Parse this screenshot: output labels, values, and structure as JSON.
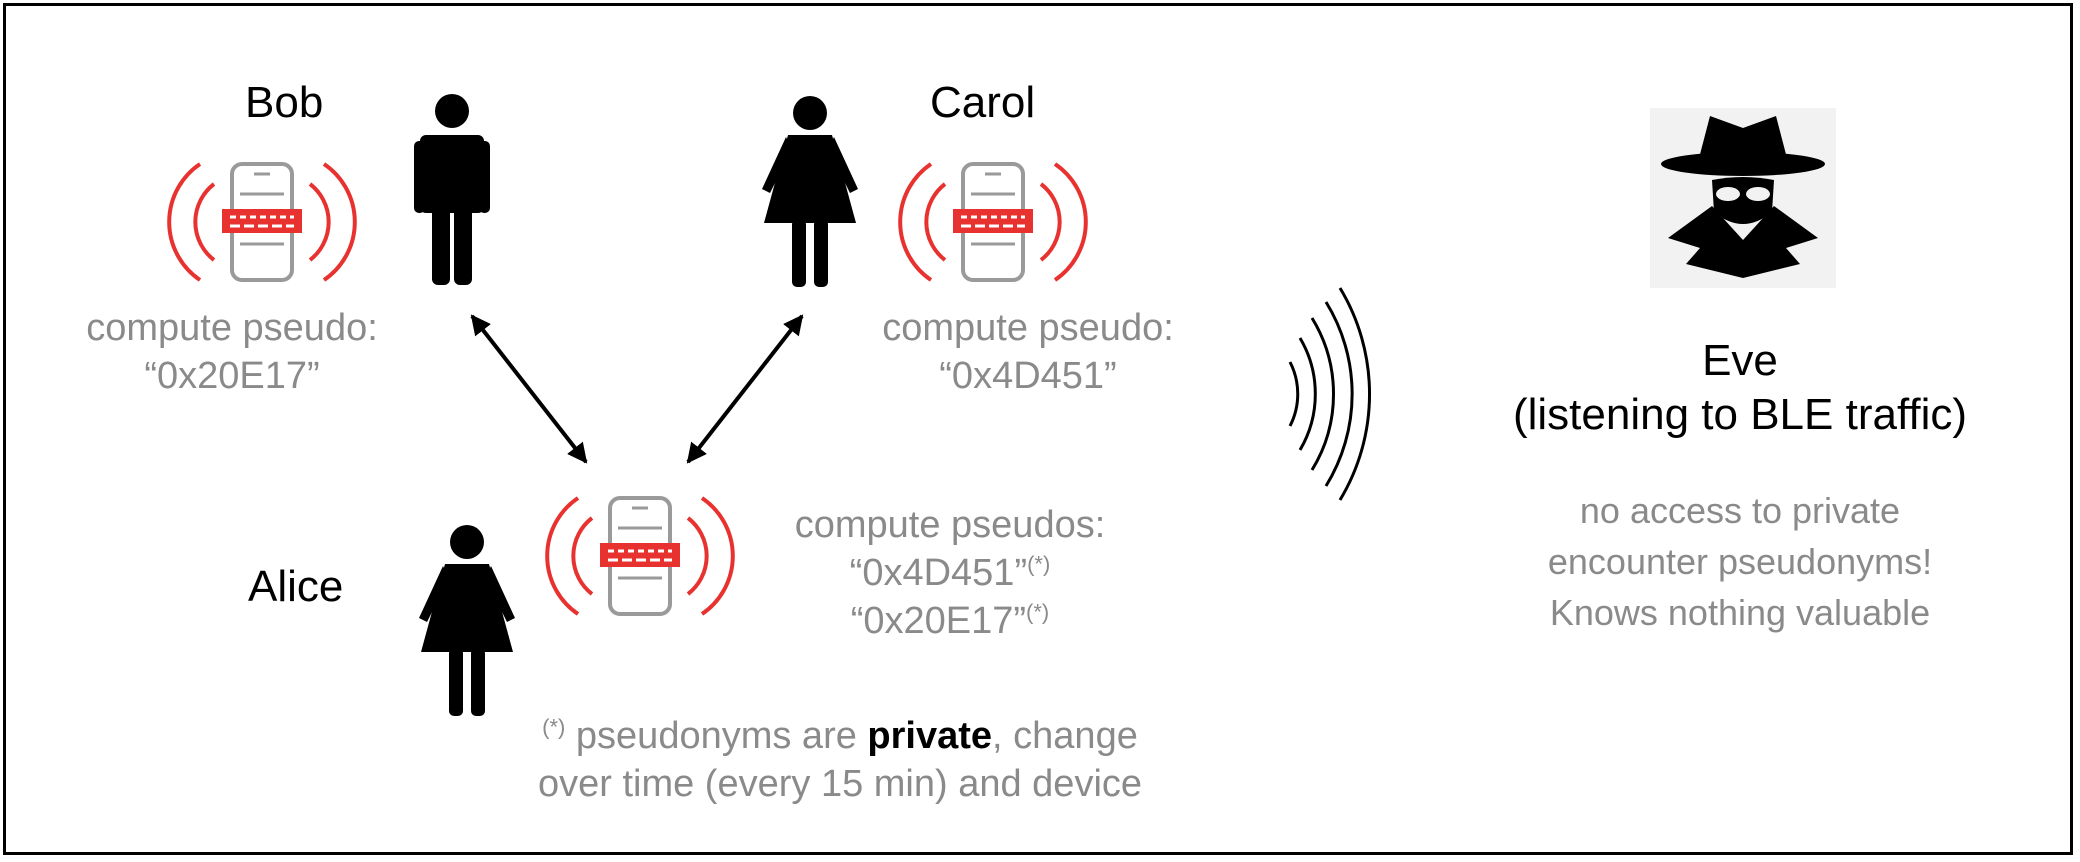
{
  "people": {
    "bob": {
      "name": "Bob",
      "compute_label": "compute pseudo:",
      "pseudo": "“0x20E17”"
    },
    "carol": {
      "name": "Carol",
      "compute_label": "compute pseudo:",
      "pseudo": "“0x4D451”"
    },
    "alice": {
      "name": "Alice",
      "compute_label": "compute pseudos:",
      "pseudos": [
        "“0x4D451”",
        "“0x20E17”"
      ],
      "asterisk": "(*)"
    }
  },
  "eve": {
    "name": "Eve",
    "role": "(listening to BLE traffic)",
    "notes": [
      "no access to private",
      "encounter pseudonyms!",
      "Knows nothing valuable"
    ]
  },
  "footnote": {
    "marker": "(*)",
    "text_before": " pseudonyms are ",
    "emphasis": "private",
    "text_after": ", change",
    "line2": "over time (every 15 min) and device"
  },
  "colors": {
    "signal_red": "#e8322f",
    "text_gray": "#8a8a8a",
    "phone_gray": "#9a9a9a"
  },
  "icons": [
    "phone-signal-icon",
    "man-icon",
    "woman-icon",
    "spy-icon",
    "radio-waves-icon",
    "double-arrow-icon"
  ]
}
